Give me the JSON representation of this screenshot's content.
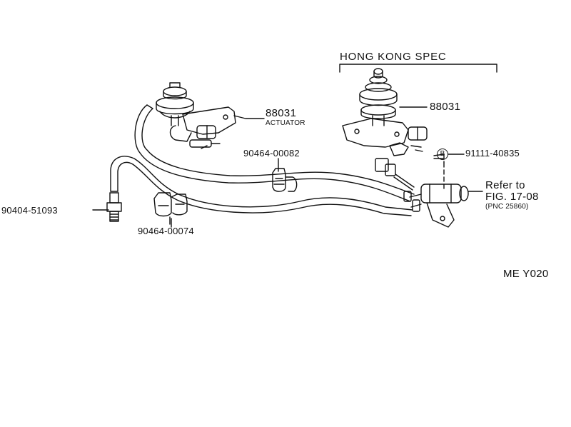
{
  "header": {
    "title": "HONG KONG SPEC"
  },
  "parts": {
    "actuator_left": {
      "number": "88031",
      "caption": "ACTUATOR"
    },
    "actuator_hk": {
      "number": "88031"
    },
    "clamp_upper": {
      "number": "90464-00082"
    },
    "clamp_lower": {
      "number": "90464-00074"
    },
    "nipple": {
      "number": "90404-51093"
    },
    "bolt": {
      "marker": "B",
      "number": "91111-40835"
    }
  },
  "reference": {
    "line1": "Refer to",
    "line2": "FIG. 17-08",
    "line3": "(PNC 25860)"
  },
  "footer": {
    "code": "ME Y020"
  }
}
